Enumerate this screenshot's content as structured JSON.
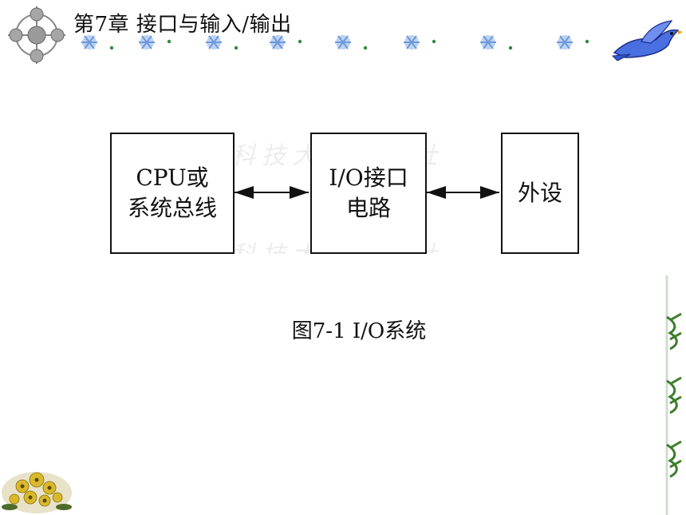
{
  "header": {
    "chapter_title": "第7章  接口与输入/输出"
  },
  "diagram": {
    "blocks": [
      {
        "id": "cpu",
        "lines": [
          "CPU或",
          "系统总线"
        ]
      },
      {
        "id": "io",
        "lines": [
          "I/O接口",
          "电路"
        ]
      },
      {
        "id": "device",
        "lines": [
          "外设"
        ]
      }
    ],
    "connectors": [
      {
        "from": "cpu",
        "to": "io",
        "direction": "bidirectional"
      },
      {
        "from": "io",
        "to": "device",
        "direction": "bidirectional"
      }
    ],
    "watermark_top": "西安电子科技大学出版社",
    "watermark_bottom": "西安电子科技大学出版社",
    "caption": "图7-1  I/O系统"
  },
  "colors": {
    "emblem": "#9a9a9a",
    "snowflake": "#8fb4e6",
    "dot": "#2f8a3a",
    "bird": "#4a6fe0",
    "vine": "#3e7d2e",
    "flower": "#d9b92a"
  },
  "icons": [
    "emblem-icon",
    "snowflake-icon",
    "bird-icon",
    "vine-icon",
    "flower-icon"
  ]
}
